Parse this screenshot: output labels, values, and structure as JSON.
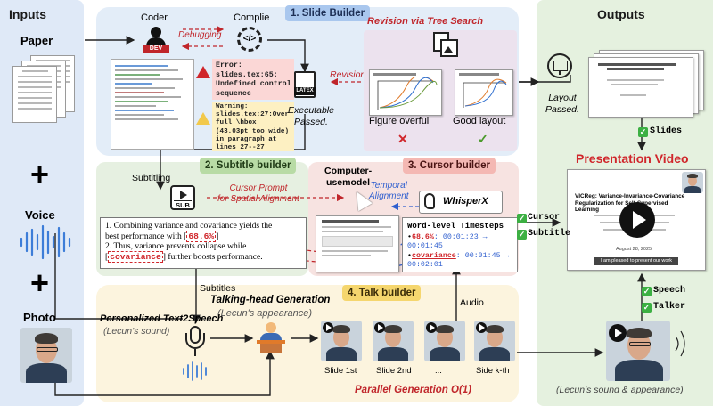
{
  "inputs": {
    "header": "Inputs",
    "paper": "Paper",
    "voice": "Voice",
    "photo": "Photo",
    "plus": "+"
  },
  "outputs": {
    "header": "Outputs",
    "layout_passed": "Layout\nPassed.",
    "slides": "Slides",
    "presentation_video": "Presentation Video",
    "cursor": "Cursor",
    "subtitle": "Subtitle",
    "speech": "Speech",
    "talker": "Talker",
    "sound_appearance": "(Lecun's sound & appearance)"
  },
  "slide_builder": {
    "title": "1. Slide Builder",
    "coder": "Coder",
    "dev": "DEV",
    "complie": "Complie",
    "debugging": "Debugging",
    "revision_tree": "Revision via Tree Search",
    "revision": "Revision",
    "latex": "LATEX",
    "executable": "Executable\nPassed.",
    "error_text": "Error:\nslides.tex:65:\nUndefined control\nsequence",
    "warning_text": "Warning:\nslides.tex:27:Over\nfull \\hbox\n(43.03pt too wide)\nin paragraph at\nlines 27--27",
    "figure_overfull": "Figure overfull",
    "good_layout": "Good layout"
  },
  "subtitle_builder": {
    "title": "2. Subtitle builder",
    "subtitling": "Subtitling",
    "sub": "SUB",
    "cursor_prompt": "Cursor Prompt\nfor Spatial Alignment",
    "line1_a": "1. Combining variance and covariance yields the",
    "line1_b": "best performance with [",
    "line1_val": "68.6%",
    "line1_c": "]",
    "line2_a": "2. Thus, variance prevents collapse while",
    "line2_b": "[",
    "line2_val": "covariance",
    "line2_c": "] further boosts performance."
  },
  "cursor_builder": {
    "title": "3. Cursor builder",
    "computer_use_model": "Computer-\nusemodel",
    "temporal_alignment": "Temporal\nAlignment",
    "whisperx": "WhisperX",
    "timestamps_title": "Word-level Timesteps",
    "ts1_key": "68.6%",
    "ts1_val": ": 00:01:23 →\n00:01:45",
    "ts2_key": "covariance",
    "ts2_val": ": 00:01:45 →\n00:02:01"
  },
  "talk_builder": {
    "title": "4. Talk builder",
    "subtitles": "Subtitles",
    "talking_head": "Talking-head Generation",
    "lecun_appearance": "(Lecun's appearance)",
    "text2speech": "Personalized Text2Speech",
    "lecun_sound": "(Lecun's sound)",
    "audio": "Audio",
    "slides": [
      "Slide 1st",
      "Slide 2nd",
      "...",
      "Side k-th"
    ],
    "parallel": "Parallel Generation O(1)"
  },
  "video_slide": {
    "title": "VICReg: Variance-Invariance-Covariance Regularization for Self-Supervised Learning",
    "date": "August 28, 2025",
    "caption": "I am pleased to present our work"
  },
  "colors": {
    "inputs_bg": "#dfe9f7",
    "outputs_bg": "#e5f1df",
    "slide_builder_bg": "#e3edf8",
    "subtitle_builder_bg": "#e6f0e1",
    "cursor_builder_bg": "#f7e3e1",
    "talk_builder_bg": "#fcf4de",
    "red_accent": "#d0262b",
    "blue_accent": "#2f5fcf"
  }
}
